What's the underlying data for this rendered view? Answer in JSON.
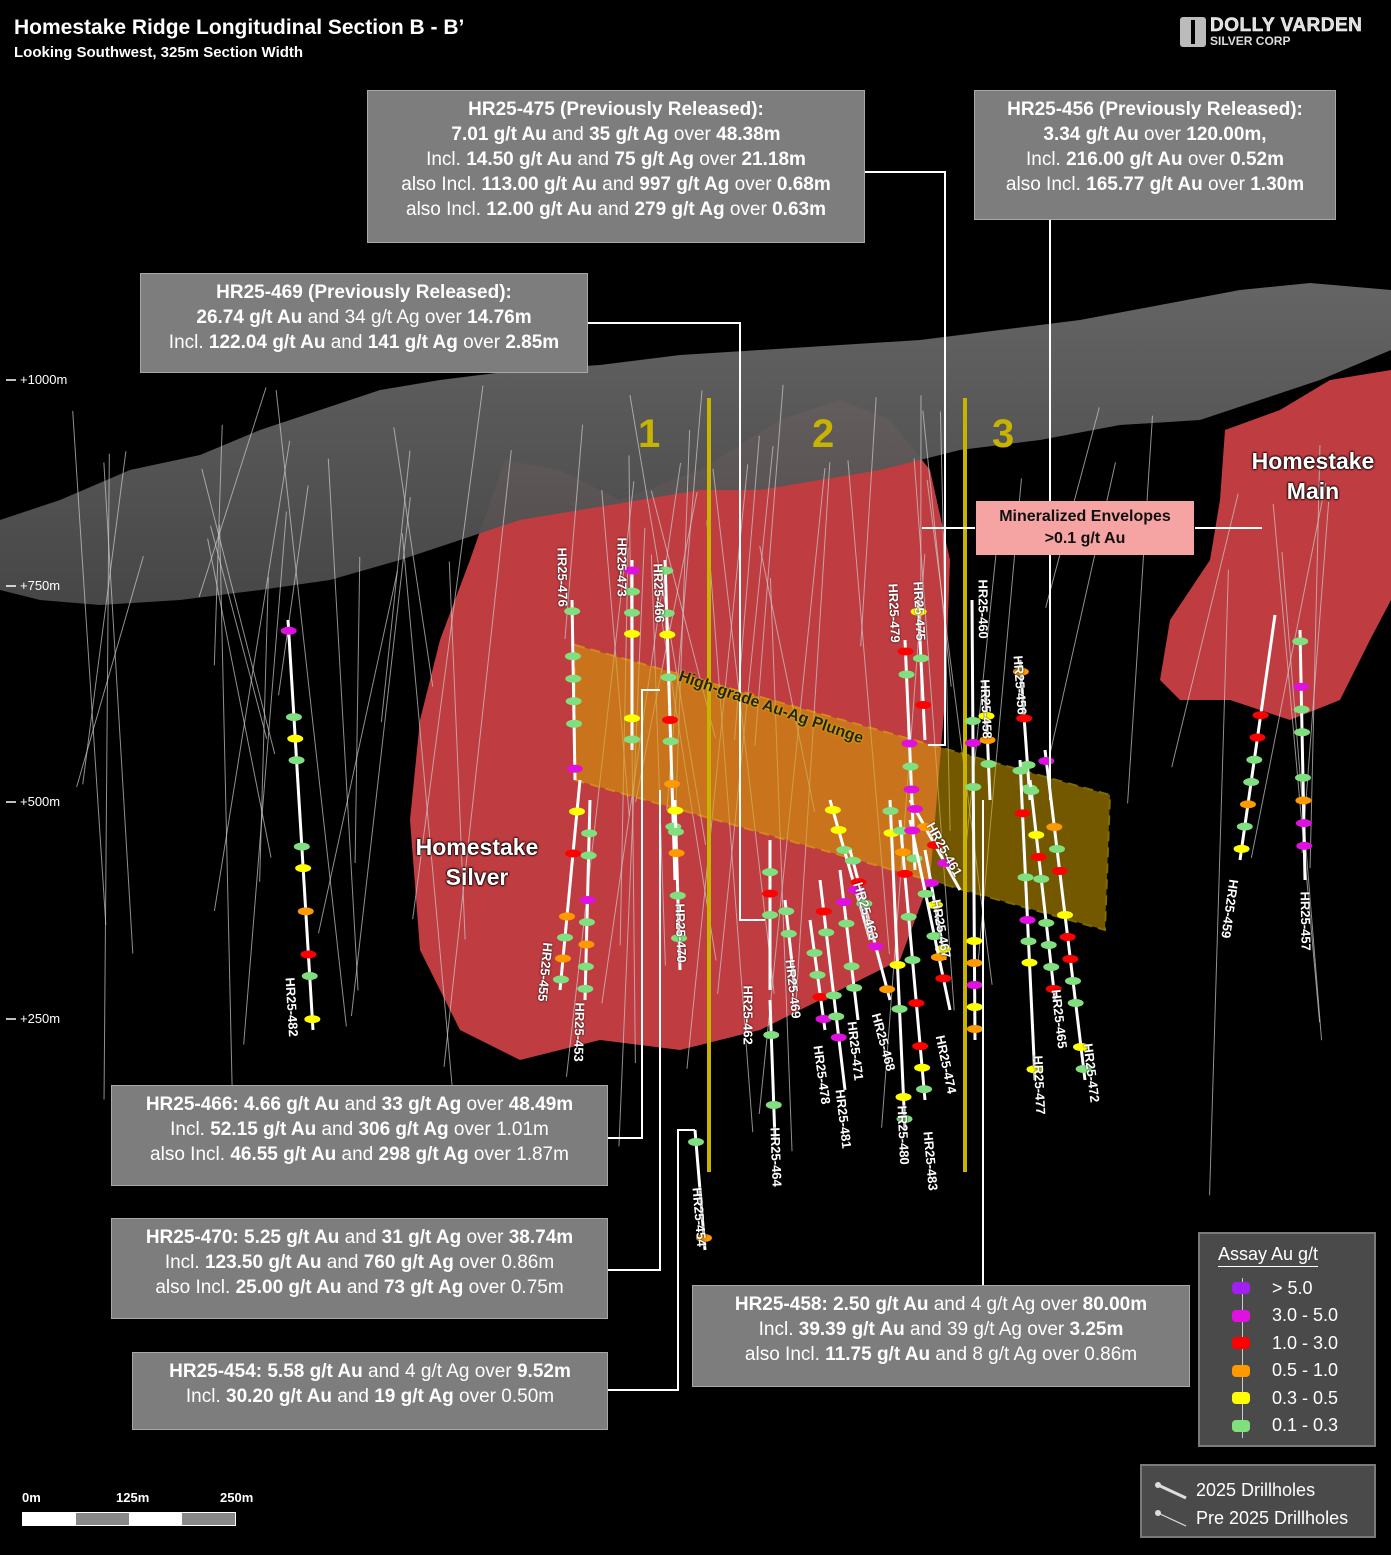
{
  "header": {
    "title": "Homestake Ridge Longitudinal Section B - B’",
    "subtitle": "Looking Southwest, 325m Section Width",
    "logo_line1": "DOLLY VARDEN",
    "logo_line2": "SILVER CORP"
  },
  "elevations": [
    "+1000m",
    "+750m",
    "+500m",
    "+250m"
  ],
  "section_numbers": [
    "1",
    "2",
    "3"
  ],
  "zones": {
    "homestake_silver": [
      "Homestake",
      "Silver"
    ],
    "homestake_main": [
      "Homestake",
      "Main"
    ],
    "envelope_box": [
      "Mineralized Envelopes",
      ">0.1 g/t Au"
    ],
    "plunge": "High-grade Au-Ag Plunge"
  },
  "callouts": {
    "hr25_475": [
      [
        {
          "t": "HR25-475 (Previously Released):",
          "b": true
        }
      ],
      [
        {
          "t": "7.01 g/t Au",
          "b": true
        },
        {
          "t": " and ",
          "b": false
        },
        {
          "t": "35 g/t Ag",
          "b": true
        },
        {
          "t": " over ",
          "b": false
        },
        {
          "t": "48.38m",
          "b": true
        }
      ],
      [
        {
          "t": "Incl. ",
          "b": false
        },
        {
          "t": "14.50 g/t Au",
          "b": true
        },
        {
          "t": " and ",
          "b": false
        },
        {
          "t": "75 g/t Ag",
          "b": true
        },
        {
          "t": " over ",
          "b": false
        },
        {
          "t": "21.18m",
          "b": true
        }
      ],
      [
        {
          "t": "also Incl. ",
          "b": false
        },
        {
          "t": "113.00 g/t Au",
          "b": true
        },
        {
          "t": " and ",
          "b": false
        },
        {
          "t": "997 g/t Ag",
          "b": true
        },
        {
          "t": " over ",
          "b": false
        },
        {
          "t": "0.68m",
          "b": true
        }
      ],
      [
        {
          "t": "also Incl. ",
          "b": false
        },
        {
          "t": "12.00 g/t Au",
          "b": true
        },
        {
          "t": " and ",
          "b": false
        },
        {
          "t": "279 g/t Ag",
          "b": true
        },
        {
          "t": " over ",
          "b": false
        },
        {
          "t": "0.63m",
          "b": true
        }
      ]
    ],
    "hr25_456": [
      [
        {
          "t": "HR25-456 (Previously Released):",
          "b": true
        }
      ],
      [
        {
          "t": "3.34 g/t Au",
          "b": true
        },
        {
          "t": " over ",
          "b": false
        },
        {
          "t": "120.00m,",
          "b": true
        }
      ],
      [
        {
          "t": "Incl. ",
          "b": false
        },
        {
          "t": "216.00 g/t Au",
          "b": true
        },
        {
          "t": " over ",
          "b": false
        },
        {
          "t": "0.52m",
          "b": true
        }
      ],
      [
        {
          "t": "also Incl. ",
          "b": false
        },
        {
          "t": "165.77 g/t Au",
          "b": true
        },
        {
          "t": " over ",
          "b": false
        },
        {
          "t": "1.30m",
          "b": true
        }
      ]
    ],
    "hr25_469": [
      [
        {
          "t": "HR25-469 (Previously Released):",
          "b": true
        }
      ],
      [
        {
          "t": "26.74 g/t Au",
          "b": true
        },
        {
          "t": " and ",
          "b": false
        },
        {
          "t": "34 g/t Ag",
          "b": false
        },
        {
          "t": " over ",
          "b": false
        },
        {
          "t": "14.76m",
          "b": true
        }
      ],
      [
        {
          "t": "Incl. ",
          "b": false
        },
        {
          "t": "122.04 g/t Au",
          "b": true
        },
        {
          "t": " and ",
          "b": false
        },
        {
          "t": "141 g/t Ag",
          "b": true
        },
        {
          "t": " over ",
          "b": false
        },
        {
          "t": "2.85m",
          "b": true
        }
      ]
    ],
    "hr25_466": [
      [
        {
          "t": "HR25-466: 4.66 g/t Au",
          "b": true
        },
        {
          "t": " and ",
          "b": false
        },
        {
          "t": "33 g/t Ag",
          "b": true
        },
        {
          "t": " over ",
          "b": false
        },
        {
          "t": "48.49m",
          "b": true
        }
      ],
      [
        {
          "t": "Incl. ",
          "b": false
        },
        {
          "t": "52.15 g/t Au",
          "b": true
        },
        {
          "t": " and ",
          "b": false
        },
        {
          "t": "306 g/t Ag",
          "b": true
        },
        {
          "t": " over 1.01m",
          "b": false
        }
      ],
      [
        {
          "t": "also Incl. ",
          "b": false
        },
        {
          "t": "46.55 g/t Au",
          "b": true
        },
        {
          "t": " and ",
          "b": false
        },
        {
          "t": "298 g/t Ag",
          "b": true
        },
        {
          "t": " over 1.87m",
          "b": false
        }
      ]
    ],
    "hr25_470": [
      [
        {
          "t": "HR25-470: 5.25 g/t Au",
          "b": true
        },
        {
          "t": " and ",
          "b": false
        },
        {
          "t": "31 g/t Ag",
          "b": true
        },
        {
          "t": " over ",
          "b": false
        },
        {
          "t": "38.74m",
          "b": true
        }
      ],
      [
        {
          "t": "Incl. ",
          "b": false
        },
        {
          "t": "123.50 g/t Au",
          "b": true
        },
        {
          "t": " and ",
          "b": false
        },
        {
          "t": "760 g/t Ag",
          "b": true
        },
        {
          "t": " over 0.86m",
          "b": false
        }
      ],
      [
        {
          "t": "also Incl. ",
          "b": false
        },
        {
          "t": "25.00 g/t Au",
          "b": true
        },
        {
          "t": " and ",
          "b": false
        },
        {
          "t": "73 g/t Ag",
          "b": true
        },
        {
          "t": " over 0.75m",
          "b": false
        }
      ]
    ],
    "hr25_454": [
      [
        {
          "t": "HR25-454: 5.58 g/t Au",
          "b": true
        },
        {
          "t": " and 4 g/t Ag over ",
          "b": false
        },
        {
          "t": "9.52m",
          "b": true
        }
      ],
      [
        {
          "t": "Incl. ",
          "b": false
        },
        {
          "t": "30.20 g/t Au",
          "b": true
        },
        {
          "t": " and ",
          "b": false
        },
        {
          "t": "19 g/t Ag",
          "b": true
        },
        {
          "t": " over 0.50m",
          "b": false
        }
      ]
    ],
    "hr25_458": [
      [
        {
          "t": "HR25-458: 2.50 g/t Au",
          "b": true
        },
        {
          "t": " and 4 g/t Ag over ",
          "b": false
        },
        {
          "t": "80.00m",
          "b": true
        }
      ],
      [
        {
          "t": "Incl. ",
          "b": false
        },
        {
          "t": "39.39 g/t Au",
          "b": true
        },
        {
          "t": " and 39 g/t Ag over ",
          "b": false
        },
        {
          "t": "3.25m",
          "b": true
        }
      ],
      [
        {
          "t": "also Incl. ",
          "b": false
        },
        {
          "t": "11.75 g/t Au",
          "b": true
        },
        {
          "t": " and 8 g/t Ag over 0.86m",
          "b": false
        }
      ]
    ]
  },
  "drillholes": [
    "HR25-476",
    "HR25-473",
    "HR25-466",
    "HR25-479",
    "HR25-475",
    "HR25-460",
    "HR25-458",
    "HR25-456",
    "HR25-455",
    "HR25-453",
    "HR25-470",
    "HR25-462",
    "HR25-469",
    "HR25-464",
    "HR25-478",
    "HR25-481",
    "HR25-463",
    "HR25-471",
    "HR25-468",
    "HR25-480",
    "HR25-483",
    "HR25-461",
    "HR25-467",
    "HR25-474",
    "HR25-477",
    "HR25-465",
    "HR25-472",
    "HR25-459",
    "HR25-457",
    "HR25-482",
    "HR25-454"
  ],
  "legend": {
    "title": "Assay Au g/t",
    "items": [
      {
        "label": "> 5.0",
        "color": "#a020f0"
      },
      {
        "label": "3.0 - 5.0",
        "color": "#e010e0"
      },
      {
        "label": "1.0 - 3.0",
        "color": "#ff0000"
      },
      {
        "label": "0.5 - 1.0",
        "color": "#ff9900"
      },
      {
        "label": "0.3 - 0.5",
        "color": "#ffff00"
      },
      {
        "label": "0.1 - 0.3",
        "color": "#80e080"
      }
    ]
  },
  "drillhole_legend": [
    "2025 Drillholes",
    "Pre 2025 Drillholes"
  ],
  "scale": [
    "0m",
    "125m",
    "250m"
  ],
  "colors": {
    "section_line": "#c8b400",
    "envelope": "#e0474c",
    "plunge": "#d4b000",
    "callout_bg": "#7d7d7d"
  }
}
